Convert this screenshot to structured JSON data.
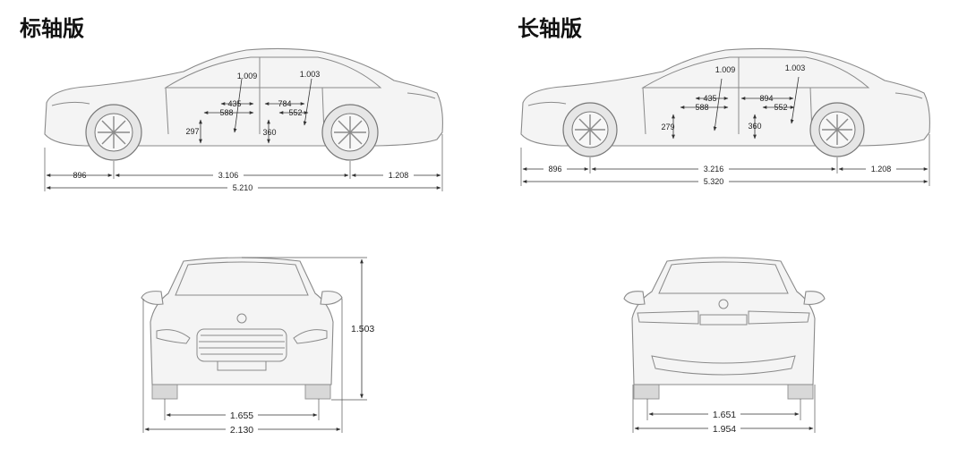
{
  "titles": {
    "standard": "标轴版",
    "long": "长轴版"
  },
  "standard_side": {
    "front_overhang": "896",
    "wheelbase": "3.106",
    "rear_overhang": "1.208",
    "overall_length": "5.210",
    "headroom_front": "1.009",
    "headroom_rear": "1.003",
    "front_seat_depth": "435",
    "front_legroom": "588",
    "rear_legroom": "784",
    "rear_seat_depth": "552",
    "front_seat_height": "297",
    "rear_seat_height": "360"
  },
  "long_side": {
    "front_overhang": "896",
    "wheelbase": "3.216",
    "rear_overhang": "1.208",
    "overall_length": "5.320",
    "headroom_front": "1.009",
    "headroom_rear": "1.003",
    "front_seat_depth": "435",
    "front_legroom": "588",
    "rear_legroom": "894",
    "rear_seat_depth": "552",
    "front_seat_height": "279",
    "rear_seat_height": "360"
  },
  "front_view": {
    "height": "1.503",
    "track": "1.655",
    "width_mirrors": "2.130"
  },
  "rear_view": {
    "track": "1.651",
    "width": "1.954"
  },
  "colors": {
    "line": "#8a8a8a",
    "dimension": "#333333",
    "fill": "#f4f4f4"
  }
}
